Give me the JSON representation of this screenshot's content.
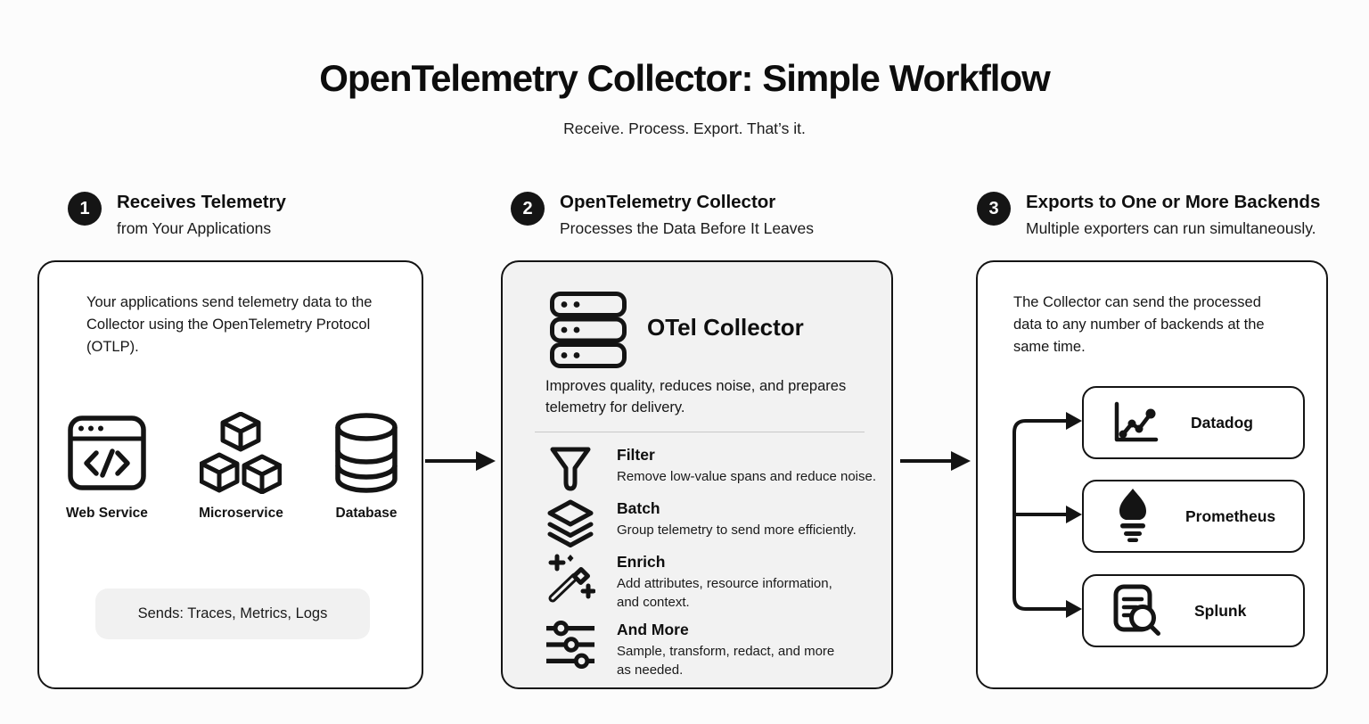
{
  "page": {
    "title": "OpenTelemetry Collector: Simple Workflow",
    "subtitle": "Receive. Process. Export. That’s it."
  },
  "steps": [
    {
      "number": "1",
      "title": "Receives Telemetry",
      "subtitle": "from Your Applications"
    },
    {
      "number": "2",
      "title": "OpenTelemetry Collector",
      "subtitle": "Processes the Data Before It Leaves"
    },
    {
      "number": "3",
      "title": "Exports to One or More Backends",
      "subtitle": "Multiple exporters can run simultaneously."
    }
  ],
  "panel_sources": {
    "description": "Your applications send telemetry data to the Collector using the OpenTelemetry Protocol (OTLP).",
    "sources": [
      {
        "label": "Web Service",
        "icon": "browser-code-icon"
      },
      {
        "label": "Microservice",
        "icon": "cubes-icon"
      },
      {
        "label": "Database",
        "icon": "database-icon"
      }
    ],
    "sends_badge": "Sends: Traces, Metrics, Logs"
  },
  "panel_collector": {
    "name": "OTel Collector",
    "icon": "server-stack-icon",
    "description": "Improves quality, reduces noise, and prepares telemetry for delivery.",
    "processors": [
      {
        "title": "Filter",
        "description": "Remove low-value spans and reduce noise.",
        "icon": "funnel-icon"
      },
      {
        "title": "Batch",
        "description": "Group telemetry to send more efficiently.",
        "icon": "layers-icon"
      },
      {
        "title": "Enrich",
        "description": "Add attributes, resource information, and context.",
        "icon": "magic-wand-icon"
      },
      {
        "title": "And More",
        "description": "Sample, transform, redact, and more as needed.",
        "icon": "sliders-icon"
      }
    ]
  },
  "panel_backends": {
    "description": "The Collector can send the processed data to any number of backends at the same time.",
    "backends": [
      {
        "label": "Datadog",
        "icon": "line-chart-icon"
      },
      {
        "label": "Prometheus",
        "icon": "flame-icon"
      },
      {
        "label": "Splunk",
        "icon": "document-search-icon"
      }
    ]
  },
  "colors": {
    "ink": "#141414",
    "page_bg": "#fcfcfc",
    "collector_panel_bg": "#f2f2f2",
    "badge_bg": "#f1f1f1",
    "step_badge_bg": "#151515",
    "divider": "#c8c8c8"
  }
}
